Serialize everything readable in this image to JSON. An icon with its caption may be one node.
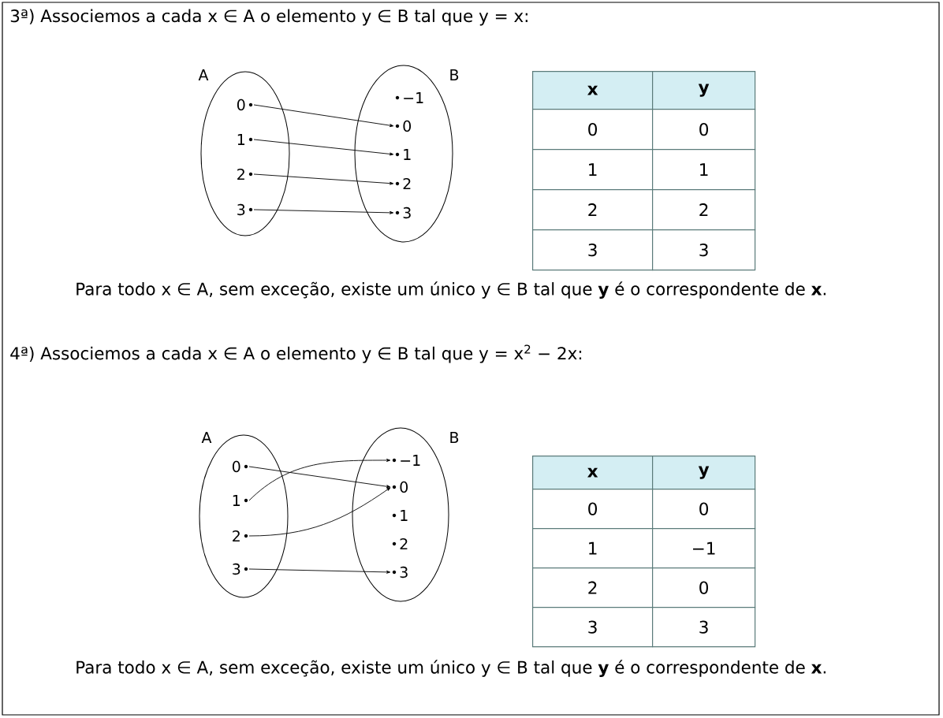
{
  "diagram": {
    "nodes": [
      {
        "text": [
          "A"
        ]
      },
      {
        "text": [
          "B"
        ]
      },
      {
        "text": [
          "0"
        ],
        "in": 0
      },
      {
        "text": [
          "1"
        ],
        "in": 0
      },
      {
        "text": [
          "2"
        ],
        "in": 0
      },
      {
        "text": [
          "3"
        ],
        "in": 0
      },
      {
        "text": [
          "−1"
        ],
        "in": 1
      },
      {
        "text": [
          "0"
        ],
        "in": 1
      },
      {
        "text": [
          "1"
        ],
        "in": 1
      },
      {
        "text": [
          "2"
        ],
        "in": 1
      },
      {
        "text": [
          "3"
        ],
        "in": 1
      },
      {
        "text": [
          "A"
        ]
      },
      {
        "text": [
          "B"
        ]
      },
      {
        "text": [
          "0"
        ],
        "in": 11
      },
      {
        "text": [
          "1"
        ],
        "in": 11
      },
      {
        "text": [
          "2"
        ],
        "in": 11
      },
      {
        "text": [
          "3"
        ],
        "in": 11
      },
      {
        "text": [
          "−1"
        ],
        "in": 12
      },
      {
        "text": [
          "0"
        ],
        "in": 12
      },
      {
        "text": [
          "1"
        ],
        "in": 12
      },
      {
        "text": [
          "2"
        ],
        "in": 12
      },
      {
        "text": [
          "3"
        ],
        "in": 12
      }
    ],
    "edges": [
      {
        "from": 2,
        "to": 7,
        "arrow": "to"
      },
      {
        "from": 3,
        "to": 8,
        "arrow": "to"
      },
      {
        "from": 4,
        "to": 9,
        "arrow": "to"
      },
      {
        "from": 5,
        "to": 10,
        "arrow": "to"
      },
      {
        "from": 13,
        "to": 18,
        "arrow": "to"
      },
      {
        "from": 14,
        "to": 17,
        "arrow": "to"
      },
      {
        "from": 15,
        "to": 18,
        "arrow": "to"
      },
      {
        "from": 16,
        "to": 21,
        "arrow": "to"
      }
    ],
    "labels": [
      "3ª) Associemos a cada x ∈ A o elemento y ∈ B tal que y = x:",
      "x",
      "y",
      "0",
      "0",
      "1",
      "1",
      "2",
      "2",
      "3",
      "3",
      "Para todo x ∈ A, sem exceção, existe um único y ∈ B tal que **y** é o correspondente de **x**.",
      "4ª) Associemos a cada x ∈ A o elemento y ∈ B tal que y = x$^{2}$ − 2x:",
      "x",
      "y",
      "0",
      "0",
      "1",
      "−1",
      "2",
      "0",
      "3",
      "3",
      "Para todo x ∈ A, sem exceção, existe um único y ∈ B tal que **y** é o correspondente de **x**."
    ]
  }
}
